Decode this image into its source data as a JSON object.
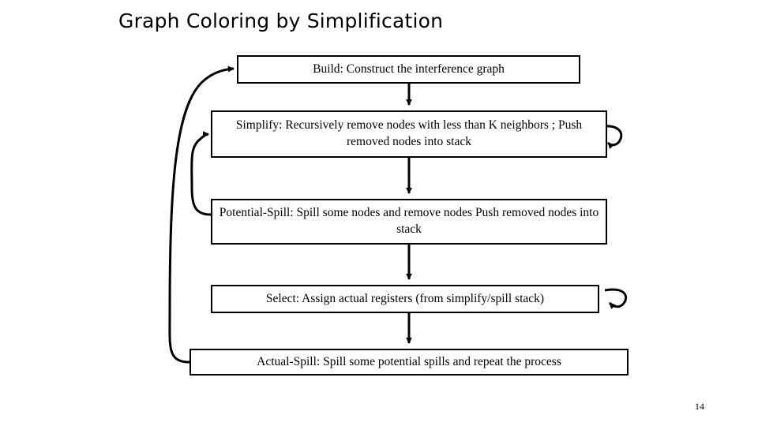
{
  "slide": {
    "title": "Graph Coloring by Simplification",
    "page_number": "14"
  },
  "diagram": {
    "type": "flowchart",
    "boxes": [
      {
        "id": "build",
        "label": "Build: Construct the interference graph"
      },
      {
        "id": "simplify",
        "label": "Simplify: Recursively remove nodes with less than K neighbors ; Push removed nodes into stack"
      },
      {
        "id": "potential",
        "label": "Potential-Spill: Spill some nodes and remove nodes Push removed nodes into stack"
      },
      {
        "id": "select",
        "label": "Select: Assign actual registers (from simplify/spill stack)"
      },
      {
        "id": "actual",
        "label": "Actual-Spill: Spill some potential spills and repeat the process"
      }
    ],
    "arrows": [
      {
        "from": "build",
        "to": "simplify",
        "kind": "down"
      },
      {
        "from": "simplify",
        "to": "potential",
        "kind": "down"
      },
      {
        "from": "potential",
        "to": "select",
        "kind": "down"
      },
      {
        "from": "select",
        "to": "actual",
        "kind": "down"
      },
      {
        "from": "simplify",
        "to": "simplify",
        "kind": "self-loop-right"
      },
      {
        "from": "select",
        "to": "select",
        "kind": "self-loop-right"
      },
      {
        "from": "actual",
        "to": "build",
        "kind": "curved-left-back"
      },
      {
        "from": "potential",
        "to": "simplify",
        "kind": "curved-left-back"
      }
    ]
  },
  "colors": {
    "stroke": "#000000",
    "fill": "#ffffff",
    "text": "#000000"
  }
}
